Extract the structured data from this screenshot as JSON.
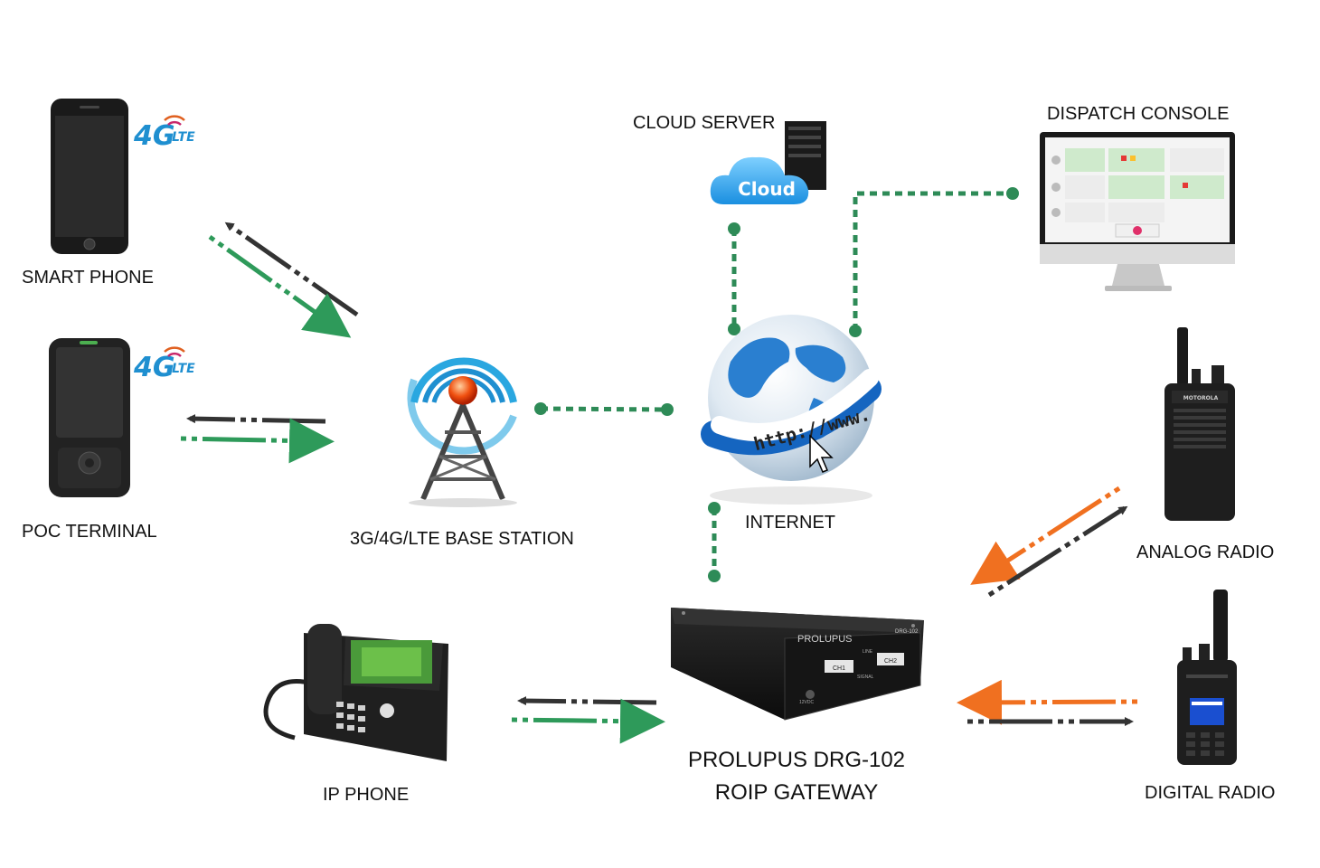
{
  "labels": {
    "smart_phone": "SMART PHONE",
    "poc_terminal": "POC TERMINAL",
    "base_station": "3G/4G/LTE BASE STATION",
    "cloud_server": "CLOUD SERVER",
    "dispatch_console": "DISPATCH CONSOLE",
    "internet": "INTERNET",
    "analog_radio": "ANALOG RADIO",
    "digital_radio": "DIGITAL RADIO",
    "ip_phone": "IP PHONE",
    "gateway_line1": "PROLUPUS DRG-102",
    "gateway_line2": "ROIP GATEWAY"
  },
  "badges": {
    "lte_main": "4G",
    "lte_sub": "LTE"
  },
  "device_text": {
    "cloud": "Cloud",
    "url": "http://www.",
    "brand": "PROLUPUS",
    "model": "DRG-102",
    "ch1": "CH1",
    "ch2": "CH2",
    "line": "LINE",
    "signal": "SIGNAL",
    "power": "12VDC",
    "radio_brand": "MOTOROLA"
  },
  "colors": {
    "link_green": "#2e8b57",
    "arrow_dark": "#333333",
    "arrow_green": "#2e9a5a",
    "arrow_orange": "#f07020",
    "lte_blue": "#1f8fd0"
  },
  "icons": [
    "smartphone-icon",
    "poc-terminal-icon",
    "base-station-icon",
    "cloud-server-icon",
    "monitor-icon",
    "globe-icon",
    "analog-radio-icon",
    "digital-radio-icon",
    "ip-phone-icon",
    "gateway-box-icon"
  ]
}
